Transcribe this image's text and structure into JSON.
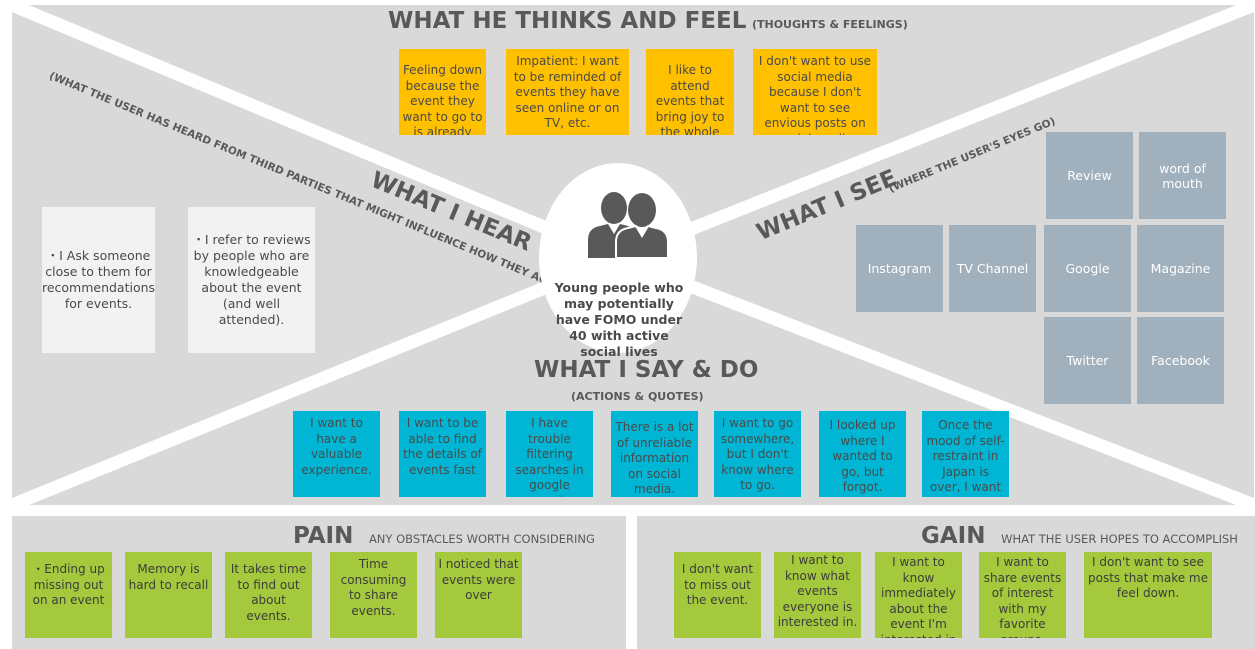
{
  "think_feel": {
    "title": "WHAT HE THINKS AND FEEL",
    "subtitle": "(THOUGHTS & FEELINGS)",
    "notes": [
      "Feeling down because the event they want to go to is already over.",
      "Impatient: I want to be reminded of events they have seen online or on TV, etc.",
      "I like to attend events that bring joy to the whole family.",
      "I don't want to use social media because I don't want to see envious posts on social media"
    ]
  },
  "hear": {
    "title": "WHAT I HEAR",
    "subtitle": "(WHAT THE USER HAS HEARD FROM THIRD PARTIES THAT MIGHT INFLUENCE HOW THEY ACT)",
    "notes": [
      "・I Ask someone close to them for recommendations for events.",
      "・I refer to reviews by people who are knowledgeable about the event (and well attended)."
    ]
  },
  "see": {
    "title": "WHAT I SEE",
    "subtitle": "(WHERE THE USER'S EYES GO)",
    "items": [
      "Review",
      "word of mouth",
      "Instagram",
      "TV Channel",
      "Google",
      "Magazine",
      "Twitter",
      "Facebook"
    ]
  },
  "persona": {
    "icon": "people-icon",
    "text": "Young people who may potentially have FOMO under 40 with active social lives"
  },
  "say_do": {
    "title": "WHAT I SAY & DO",
    "subtitle": "(ACTIONS & QUOTES)",
    "notes": [
      "I want to have a valuable experience.",
      "I want to be able to find the details of events fast",
      "I have trouble filtering searches in google search.",
      "There is a lot of unreliable information on social media.",
      "I want to go somewhere, but I don't know where to go.",
      "I looked up where I wanted to go, but forgot.",
      "Once the mood of self-restraint in Japan is over, I want to go out to many events."
    ]
  },
  "pain": {
    "title": "PAIN",
    "subtitle": "ANY OBSTACLES WORTH CONSIDERING",
    "notes": [
      "・Ending up missing out on an event",
      "Memory is hard to recall",
      "It takes time to find out about events.",
      "Time consuming to share events.",
      "I noticed that events were over"
    ]
  },
  "gain": {
    "title": "GAIN",
    "subtitle": "WHAT THE USER HOPES TO ACCOMPLISH",
    "notes": [
      "I don't want to miss out the event.",
      "I want to know what events everyone is interested in.",
      "I want to know immediately about the event I'm interested in",
      "I want to share events of interest with my favorite groups.",
      "I don't want to see posts that make me feel down."
    ]
  },
  "colors": {
    "background": "#d9d9d9",
    "thinks": "#ffc000",
    "says": "#00b6d4",
    "pain_gain": "#a4c93c",
    "see": "#a0b0bc",
    "hear": "#f2f2f2",
    "text": "#595959"
  }
}
